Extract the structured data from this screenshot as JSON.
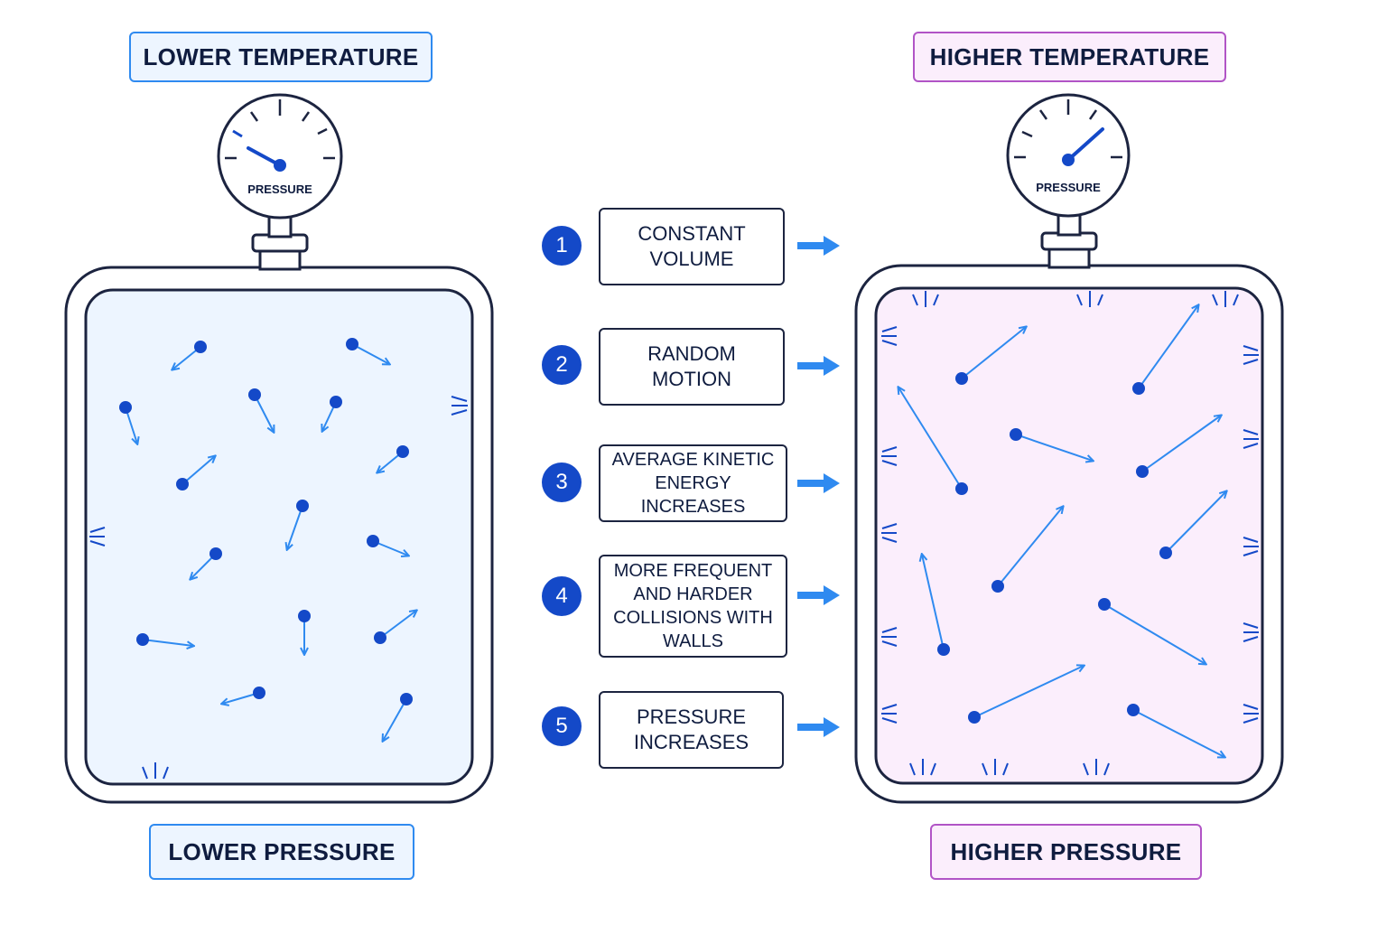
{
  "left": {
    "title": "LOWER TEMPERATURE",
    "gauge_label": "PRESSURE",
    "bottom_label": "LOWER PRESSURE"
  },
  "right": {
    "title": "HIGHER TEMPERATURE",
    "gauge_label": "PRESSURE",
    "bottom_label": "HIGHER PRESSURE"
  },
  "steps": [
    {
      "num": "1",
      "text": "CONSTANT\nVOLUME"
    },
    {
      "num": "2",
      "text": "RANDOM\nMOTION"
    },
    {
      "num": "3",
      "text": "AVERAGE KINETIC\nENERGY INCREASES"
    },
    {
      "num": "4",
      "text": "MORE FREQUENT\nAND HARDER\nCOLLISIONS WITH\nWALLS"
    },
    {
      "num": "5",
      "text": "PRESSURE\nINCREASES"
    }
  ],
  "colors": {
    "cold_fill": "#edf5ff",
    "hot_fill": "#fbeefc",
    "molecule": "#1449c8",
    "arrow": "#2f8af0",
    "outline": "#1c2440"
  }
}
